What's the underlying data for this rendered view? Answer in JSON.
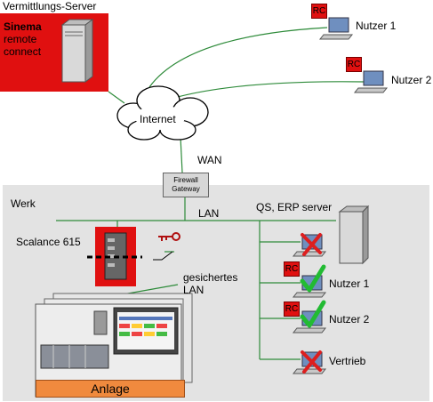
{
  "server": {
    "caption": "Vermittlungs-Server",
    "brand": "Sinema",
    "product_lines": [
      "remote",
      "connect"
    ]
  },
  "internet": "Internet",
  "wan": "WAN",
  "firewall": [
    "Firewall",
    "Gateway"
  ],
  "werk": "Werk",
  "lan": "LAN",
  "scalance": "Scalance 615",
  "secure_lan": [
    "gesichertes",
    "LAN"
  ],
  "qs_server": "QS, ERP server",
  "rc_label": "RC",
  "remote_users": [
    "Nutzer 1",
    "Nutzer 2"
  ],
  "local_users": [
    "Nutzer 1",
    "Nutzer 2",
    "Vertrieb"
  ],
  "plant": "Anlage",
  "colors": {
    "red": "#e01010",
    "plant_orange": "#f08a3e",
    "werk_bg": "#e3e3e3",
    "line_green": "#2e8b3a",
    "check_green": "#22bb33",
    "cross_red": "#dd1f1f"
  }
}
